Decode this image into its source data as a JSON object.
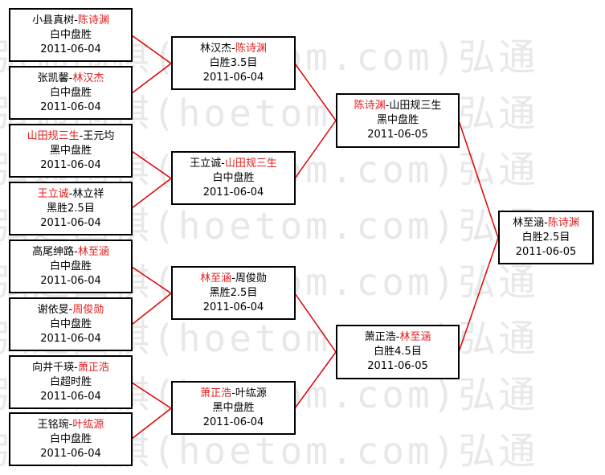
{
  "watermark": "弘通围棋(hoetom.com)弘通",
  "colors": {
    "winner": "#e02020",
    "line": "#e00000",
    "border": "#000000"
  },
  "matches": [
    {
      "p1": "小县真树",
      "p2": "陈诗渊",
      "winner": 2,
      "result": "白中盘胜",
      "date": "2011-06-04"
    },
    {
      "p1": "张凯馨",
      "p2": "林汉杰",
      "winner": 2,
      "result": "白中盘胜",
      "date": "2011-06-04"
    },
    {
      "p1": "山田规三生",
      "p2": "王元均",
      "winner": 1,
      "result": "黑中盘胜",
      "date": "2011-06-04"
    },
    {
      "p1": "王立诚",
      "p2": "林立祥",
      "winner": 1,
      "result": "黑胜2.5目",
      "date": "2011-06-04"
    },
    {
      "p1": "高尾绅路",
      "p2": "林至涵",
      "winner": 2,
      "result": "白中盘胜",
      "date": "2011-06-04"
    },
    {
      "p1": "谢依旻",
      "p2": "周俊勋",
      "winner": 2,
      "result": "白中盘胜",
      "date": "2011-06-04"
    },
    {
      "p1": "向井千瑛",
      "p2": "萧正浩",
      "winner": 2,
      "result": "白超时胜",
      "date": "2011-06-04"
    },
    {
      "p1": "王铭琬",
      "p2": "叶纮源",
      "winner": 2,
      "result": "白中盘胜",
      "date": "2011-06-04"
    },
    {
      "p1": "林汉杰",
      "p2": "陈诗渊",
      "winner": 2,
      "result": "白胜3.5目",
      "date": "2011-06-04"
    },
    {
      "p1": "王立诚",
      "p2": "山田规三生",
      "winner": 2,
      "result": "白中盘胜",
      "date": "2011-06-04"
    },
    {
      "p1": "林至涵",
      "p2": "周俊勋",
      "winner": 1,
      "result": "黑胜2.5目",
      "date": "2011-06-04"
    },
    {
      "p1": "萧正浩",
      "p2": "叶纮源",
      "winner": 1,
      "result": "黑中盘胜",
      "date": "2011-06-04"
    },
    {
      "p1": "陈诗渊",
      "p2": "山田规三生",
      "winner": 1,
      "result": "黑中盘胜",
      "date": "2011-06-05"
    },
    {
      "p1": "萧正浩",
      "p2": "林至涵",
      "winner": 2,
      "result": "白胜4.5目",
      "date": "2011-06-05"
    },
    {
      "p1": "林至涵",
      "p2": "陈诗渊",
      "winner": 2,
      "result": "白胜2.5目",
      "date": "2011-06-05"
    }
  ]
}
